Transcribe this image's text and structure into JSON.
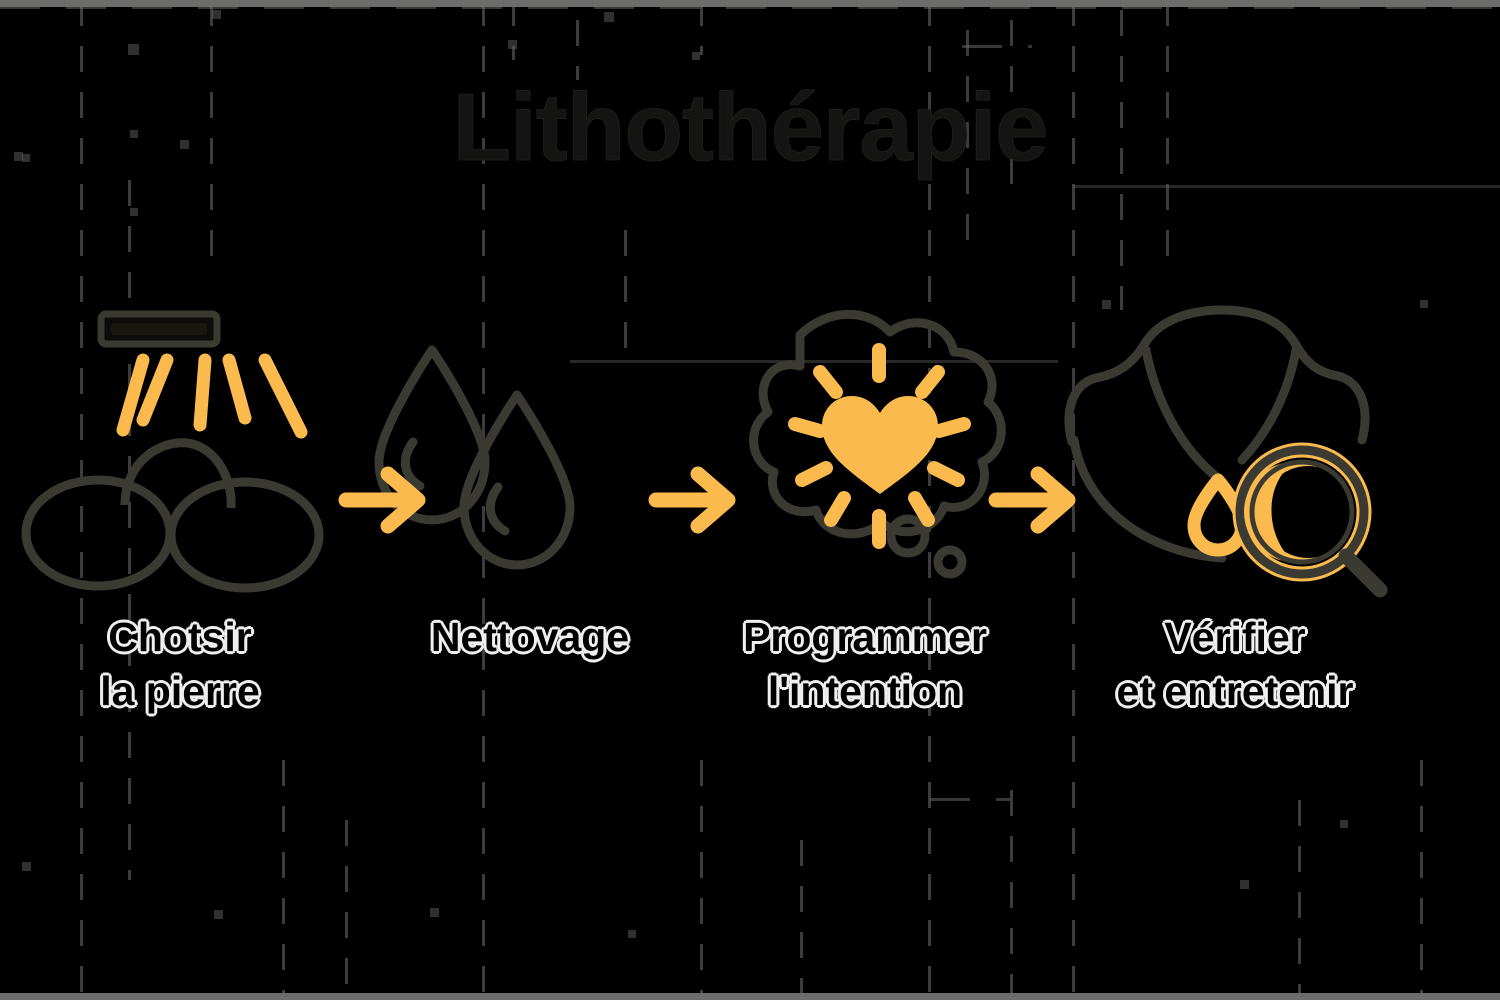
{
  "title": "Lithothérapie",
  "colors": {
    "background": "#000000",
    "accent_orange": "#FBBA4E",
    "icon_stroke": "#3a3a33",
    "title_text": "#141412",
    "label_text": "#000000",
    "label_outline": "#efefef",
    "grid_line": "#6d6d6d"
  },
  "steps": [
    {
      "index": "1",
      "label_line1": "Chotsir",
      "label_line2": "la pierre",
      "icon": "stones-under-light-icon"
    },
    {
      "index": "2",
      "label_line1": "Nettovage",
      "label_line2": "",
      "icon": "water-drops-icon"
    },
    {
      "index": "3",
      "label_line1": "Programmer",
      "label_line2": "l'intention",
      "icon": "thought-bubble-heart-sun-icon"
    },
    {
      "index": "4",
      "label_line1": "Vérifier",
      "label_line2": "et entretenir",
      "icon": "necklace-magnifier-icon"
    }
  ],
  "arrows": [
    {
      "name": "arrow-step1-to-step2"
    },
    {
      "name": "arrow-step2-to-step3"
    },
    {
      "name": "arrow-step3-to-step4"
    }
  ]
}
